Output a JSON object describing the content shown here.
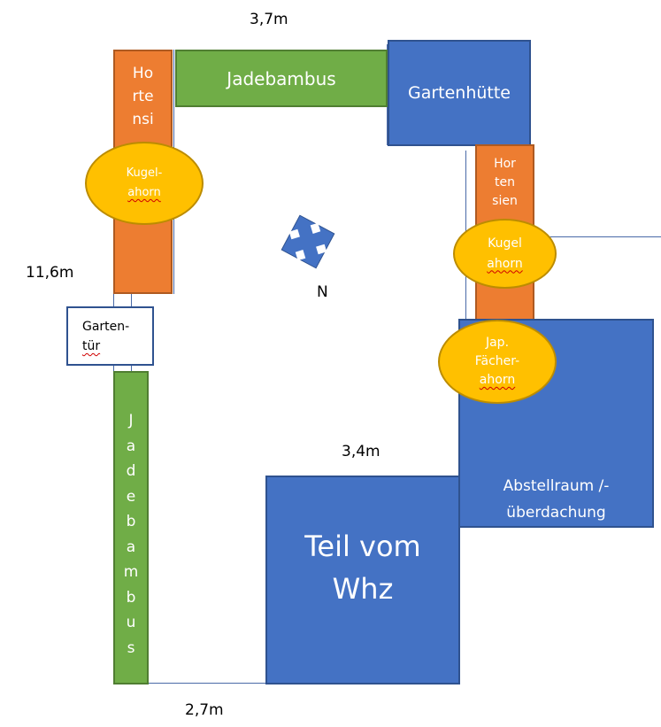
{
  "diagram": {
    "title": "Garden plan",
    "measurements": {
      "top_width": "3,7m",
      "left_length": "11,6m",
      "middle_width": "3,4m",
      "bottom_width": "2,7m"
    },
    "compass": {
      "label": "N",
      "icon": "compass-rose-icon"
    },
    "plants": {
      "hortensien_left": [
        "Ho",
        "rte",
        "nsi"
      ],
      "hortensien_right": [
        "Hor",
        "ten",
        "sien"
      ],
      "jadebambus_top": "Jadebambus",
      "jadebambus_left": [
        "J",
        "a",
        "d",
        "e",
        "b",
        "a",
        "m",
        "b",
        "u",
        "s"
      ],
      "kugelahorn_left": [
        "Kugel-",
        "ahorn"
      ],
      "kugelahorn_right": [
        "Kugel",
        "ahorn"
      ],
      "faecherahorn": [
        "Jap.",
        "Fächer-",
        "ahorn"
      ]
    },
    "structures": {
      "gartenhuette": "Gartenhütte",
      "gartentuer": [
        "Garten-",
        "tür"
      ],
      "abstellraum": [
        "Abstellraum /-",
        "überdachung"
      ],
      "wohnhaus": [
        "Teil vom",
        "Whz"
      ]
    },
    "colors": {
      "hortensie": "#ed7d31",
      "bambus": "#70ad47",
      "building": "#4472c4",
      "ahorn": "#ffc000",
      "outline": "#4a6aa8"
    }
  }
}
